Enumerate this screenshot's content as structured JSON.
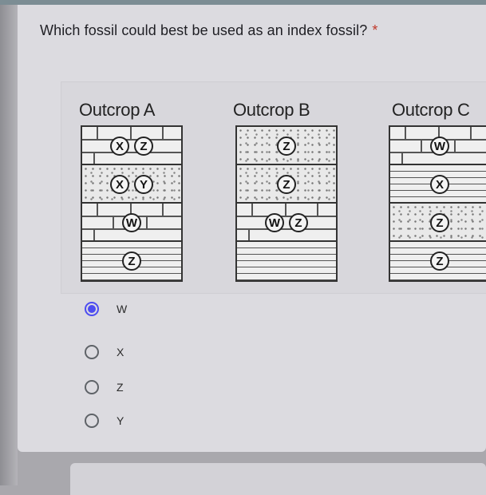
{
  "question": {
    "text": "Which fossil could best be used as an index fossil?",
    "required_mark": "*"
  },
  "figure": {
    "outcrops": [
      {
        "title": "Outcrop A",
        "layers": [
          {
            "pattern": "brick",
            "fossils": [
              "X",
              "Z"
            ]
          },
          {
            "pattern": "sand",
            "fossils": [
              "X",
              "Y"
            ]
          },
          {
            "pattern": "brick",
            "fossils": [
              "W"
            ]
          },
          {
            "pattern": "shale",
            "fossils": [
              "Z"
            ]
          }
        ]
      },
      {
        "title": "Outcrop B",
        "layers": [
          {
            "pattern": "sand",
            "fossils": [
              "Z"
            ]
          },
          {
            "pattern": "sand",
            "fossils": [
              "Z"
            ]
          },
          {
            "pattern": "brick",
            "fossils": [
              "W",
              "Z"
            ]
          },
          {
            "pattern": "shale",
            "fossils": []
          }
        ]
      },
      {
        "title": "Outcrop C",
        "layers": [
          {
            "pattern": "brick",
            "fossils": [
              "W"
            ]
          },
          {
            "pattern": "shale",
            "fossils": [
              "X"
            ]
          },
          {
            "pattern": "sand",
            "fossils": [
              "Z"
            ]
          },
          {
            "pattern": "shale",
            "fossils": [
              "Z"
            ]
          }
        ]
      }
    ]
  },
  "options": [
    {
      "label": "W",
      "selected": true
    },
    {
      "label": "X",
      "selected": false
    },
    {
      "label": "Z",
      "selected": false
    },
    {
      "label": "Y",
      "selected": false
    }
  ],
  "colors": {
    "accent": "#4d4df0",
    "required": "#c0392b"
  }
}
